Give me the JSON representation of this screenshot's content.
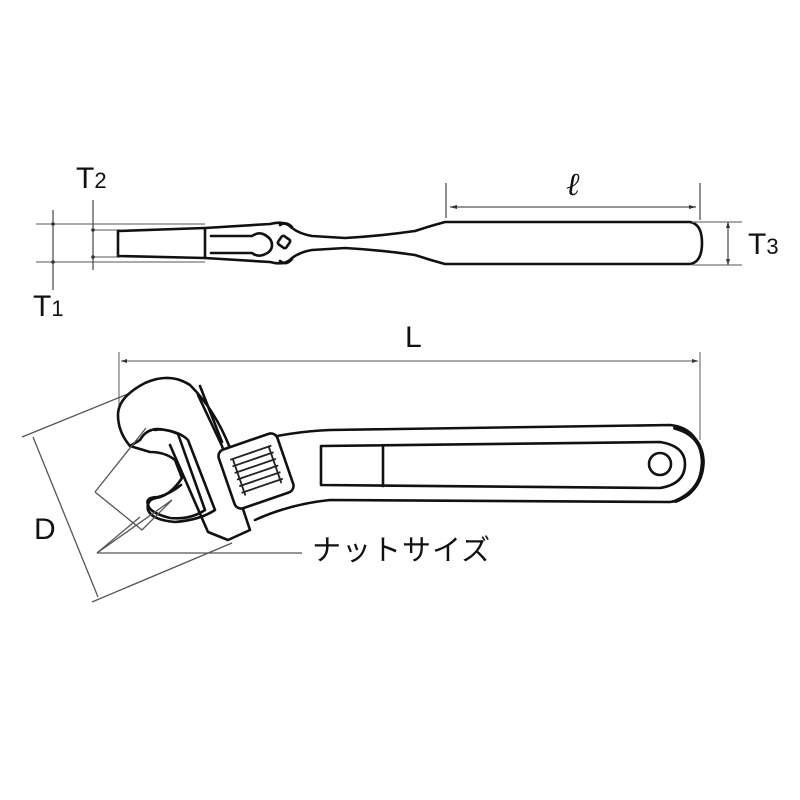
{
  "diagram": {
    "title": "Adjustable wrench dimension drawing",
    "views": [
      "side-view",
      "top-view"
    ],
    "colors": {
      "line": "#111111",
      "dimension_line": "#777777",
      "background": "#ffffff"
    }
  },
  "labels": {
    "T1": {
      "main": "T",
      "sub": "1"
    },
    "T2": {
      "main": "T",
      "sub": "2"
    },
    "T3": {
      "main": "T",
      "sub": "3"
    },
    "handle_length": "ℓ",
    "overall_length": "L",
    "jaw_diagonal": "D",
    "nut_size": "ナットサイズ"
  }
}
